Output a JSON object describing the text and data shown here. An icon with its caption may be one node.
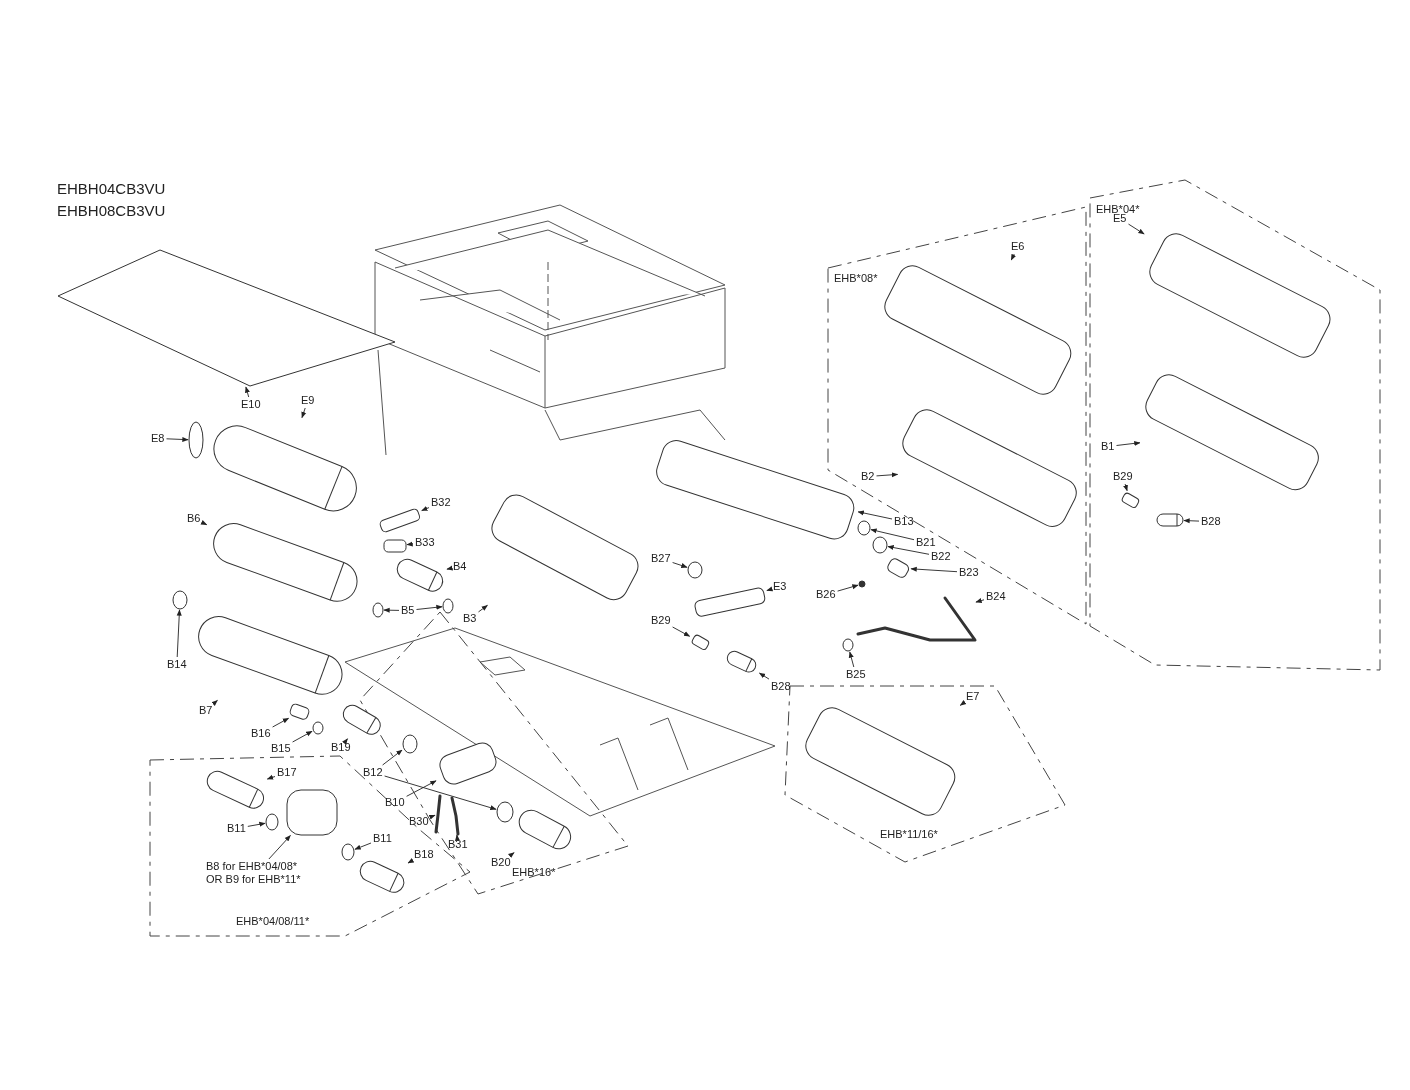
{
  "diagram": {
    "title": "EHBH04CB3VU EHBH08CB3VU",
    "nodes": [
      {
        "text": [
          "EHB*08*"
        ]
      },
      {
        "text": [
          "E6"
        ],
        "in": 0
      },
      {
        "text": [
          "B2"
        ],
        "in": 0
      },
      {
        "text": [],
        "shape": "box",
        "in": 0
      },
      {
        "text": [],
        "shape": "box",
        "in": 0
      },
      {
        "text": [
          "EHB*04*"
        ]
      },
      {
        "text": [
          "E5"
        ],
        "in": 5
      },
      {
        "text": [
          "B1"
        ],
        "in": 5
      },
      {
        "text": [
          "B29"
        ],
        "in": 5
      },
      {
        "text": [
          "B28"
        ],
        "in": 5
      },
      {
        "text": [],
        "shape": "box",
        "in": 5
      },
      {
        "text": [],
        "shape": "box",
        "in": 5
      },
      {
        "text": [],
        "shape": "box",
        "in": 5
      },
      {
        "text": [],
        "shape": "cylinder",
        "in": 5
      },
      {
        "text": [
          "EHB*11/16*"
        ]
      },
      {
        "text": [
          "E7"
        ],
        "in": 14
      },
      {
        "text": [],
        "shape": "box",
        "in": 14
      },
      {
        "text": [
          "EHB*16*"
        ]
      },
      {
        "text": [
          "B20"
        ],
        "in": 17
      },
      {
        "text": [],
        "shape": "cylinder",
        "in": 17
      },
      {
        "text": [
          "EHB*04/08/11*"
        ]
      },
      {
        "text": [
          "B17"
        ],
        "in": 20
      },
      {
        "text": [
          "B11"
        ],
        "in": 20
      },
      {
        "text": [
          "B8 for EHB*04/08* OR B9 for EHB*11*"
        ],
        "in": 20
      },
      {
        "text": [],
        "shape": "cylinder",
        "in": 20
      },
      {
        "text": [],
        "shape": "circle",
        "in": 20
      },
      {
        "text": [],
        "shape": "box",
        "in": 20
      },
      {
        "text": [],
        "shape": "circle",
        "in": 20
      },
      {
        "text": [
          "E10"
        ]
      },
      {
        "text": [
          "E8"
        ]
      },
      {
        "text": [
          "E9"
        ]
      },
      {
        "text": [
          "B32"
        ]
      },
      {
        "text": [
          "B6"
        ]
      },
      {
        "text": [
          "B33"
        ]
      },
      {
        "text": [
          "B4"
        ]
      },
      {
        "text": [
          "B27"
        ]
      },
      {
        "text": [
          "B13"
        ]
      },
      {
        "text": [
          "B21"
        ]
      },
      {
        "text": [
          "B22"
        ]
      },
      {
        "text": [
          "B23"
        ]
      },
      {
        "text": [
          "E3"
        ]
      },
      {
        "text": [
          "B26"
        ]
      },
      {
        "text": [
          "B24"
        ]
      },
      {
        "text": [
          "B5"
        ]
      },
      {
        "text": [
          "B3"
        ]
      },
      {
        "text": [
          "B14"
        ]
      },
      {
        "text": [
          "B29"
        ]
      },
      {
        "text": [
          "B25"
        ]
      },
      {
        "text": [
          "B28"
        ]
      },
      {
        "text": [
          "B7"
        ]
      },
      {
        "text": [
          "B16"
        ]
      },
      {
        "text": [
          "B15"
        ]
      },
      {
        "text": [
          "B19"
        ]
      },
      {
        "text": [
          "B12"
        ]
      },
      {
        "text": [
          "B10"
        ]
      },
      {
        "text": [
          "B30"
        ]
      },
      {
        "text": [
          "B31"
        ],
        "in": 17
      },
      {
        "text": [
          "B11"
        ],
        "in": 20
      },
      {
        "text": [
          "B18"
        ],
        "in": 20
      },
      {
        "text": [],
        "shape": "box"
      },
      {
        "text": [],
        "shape": "circle"
      },
      {
        "text": [],
        "shape": "cylinder"
      },
      {
        "text": [],
        "shape": "box"
      },
      {
        "text": [],
        "shape": "cylinder"
      },
      {
        "text": [],
        "shape": "box"
      },
      {
        "text": [],
        "shape": "cylinder"
      },
      {
        "text": [],
        "shape": "circle"
      },
      {
        "text": [],
        "shape": "box"
      },
      {
        "text": [],
        "shape": "circle"
      },
      {
        "text": [],
        "shape": "circle"
      },
      {
        "text": [],
        "shape": "box"
      },
      {
        "text": [],
        "shape": "box"
      },
      {
        "text": [],
        "shape": "circle"
      },
      {
        "text": [],
        "shape": "tube"
      },
      {
        "text": [],
        "shape": "circle"
      },
      {
        "text": [],
        "shape": "circle"
      },
      {
        "text": [],
        "shape": "box"
      },
      {
        "text": [],
        "shape": "circle"
      },
      {
        "text": [],
        "shape": "box"
      },
      {
        "text": [],
        "shape": "circle"
      },
      {
        "text": [],
        "shape": "cylinder"
      },
      {
        "text": [],
        "shape": "cylinder"
      },
      {
        "text": [],
        "shape": "box"
      },
      {
        "text": [],
        "shape": "circle"
      },
      {
        "text": [],
        "shape": "cylinder"
      },
      {
        "text": [],
        "shape": "circle",
        "in": 17
      },
      {
        "text": [],
        "shape": "circle",
        "in": 17
      },
      {
        "text": [],
        "shape": "box",
        "in": 17
      },
      {
        "text": [],
        "shape": "tube",
        "in": 17
      },
      {
        "text": [],
        "shape": "tube",
        "in": 17
      },
      {
        "text": [],
        "shape": "cylinder",
        "in": 20
      }
    ],
    "edges": [
      {
        "from": 1,
        "to": 3,
        "arrow": "to"
      },
      {
        "from": 2,
        "to": 4,
        "arrow": "to"
      },
      {
        "from": 6,
        "to": 10,
        "arrow": "to"
      },
      {
        "from": 7,
        "to": 11,
        "arrow": "to"
      },
      {
        "from": 8,
        "to": 12,
        "arrow": "to"
      },
      {
        "from": 9,
        "to": 13,
        "arrow": "to"
      },
      {
        "from": 15,
        "to": 16,
        "arrow": "to"
      },
      {
        "from": 18,
        "to": 19,
        "arrow": "to"
      },
      {
        "from": 21,
        "to": 24,
        "arrow": "to"
      },
      {
        "from": 22,
        "to": 25,
        "arrow": "to"
      },
      {
        "from": 23,
        "to": 26,
        "arrow": "to"
      },
      {
        "from": 57,
        "to": 27,
        "arrow": "to"
      },
      {
        "from": 28,
        "to": 59,
        "arrow": "to"
      },
      {
        "from": 29,
        "to": 60,
        "arrow": "to"
      },
      {
        "from": 30,
        "to": 61,
        "arrow": "to"
      },
      {
        "from": 31,
        "to": 62,
        "arrow": "to"
      },
      {
        "from": 32,
        "to": 63,
        "arrow": "to"
      },
      {
        "from": 33,
        "to": 64,
        "arrow": "to"
      },
      {
        "from": 34,
        "to": 65,
        "arrow": "to"
      },
      {
        "from": 35,
        "to": 66,
        "arrow": "to"
      },
      {
        "from": 36,
        "to": 67,
        "arrow": "to"
      },
      {
        "from": 37,
        "to": 68,
        "arrow": "to"
      },
      {
        "from": 38,
        "to": 69,
        "arrow": "to"
      },
      {
        "from": 39,
        "to": 70,
        "arrow": "to"
      },
      {
        "from": 40,
        "to": 71,
        "arrow": "to"
      },
      {
        "from": 41,
        "to": 72,
        "arrow": "to"
      },
      {
        "from": 42,
        "to": 73,
        "arrow": "to"
      },
      {
        "from": 43,
        "to": 74,
        "arrow": "to"
      },
      {
        "from": 43,
        "to": 75,
        "arrow": "to"
      },
      {
        "from": 44,
        "to": 76,
        "arrow": "to"
      },
      {
        "from": 45,
        "to": 77,
        "arrow": "to"
      },
      {
        "from": 46,
        "to": 78,
        "arrow": "to"
      },
      {
        "from": 47,
        "to": 79,
        "arrow": "to"
      },
      {
        "from": 48,
        "to": 80,
        "arrow": "to"
      },
      {
        "from": 49,
        "to": 81,
        "arrow": "to"
      },
      {
        "from": 50,
        "to": 82,
        "arrow": "to"
      },
      {
        "from": 51,
        "to": 83,
        "arrow": "to"
      },
      {
        "from": 52,
        "to": 84,
        "arrow": "to"
      },
      {
        "from": 53,
        "to": 85,
        "arrow": "to"
      },
      {
        "from": 53,
        "to": 86,
        "arrow": "to"
      },
      {
        "from": 54,
        "to": 87,
        "arrow": "to"
      },
      {
        "from": 55,
        "to": 88,
        "arrow": "to"
      },
      {
        "from": 56,
        "to": 89,
        "arrow": "to"
      },
      {
        "from": 58,
        "to": 90,
        "arrow": "to"
      }
    ]
  }
}
